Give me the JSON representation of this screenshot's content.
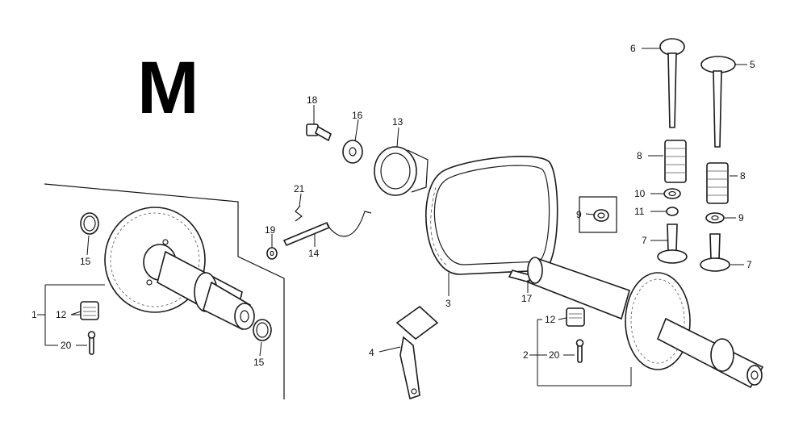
{
  "section_letter": "M",
  "callouts": {
    "c1": "1",
    "c2": "2",
    "c3": "3",
    "c4": "4",
    "c5": "5",
    "c6": "6",
    "c7a": "7",
    "c7b": "7",
    "c8a": "8",
    "c8b": "8",
    "c9a": "9",
    "c9b": "9",
    "c10": "10",
    "c11": "11",
    "c12a": "12",
    "c12b": "12",
    "c13": "13",
    "c14": "14",
    "c15a": "15",
    "c15b": "15",
    "c16": "16",
    "c17": "17",
    "c18": "18",
    "c19": "19",
    "c20a": "20",
    "c20b": "20",
    "c21": "21"
  }
}
